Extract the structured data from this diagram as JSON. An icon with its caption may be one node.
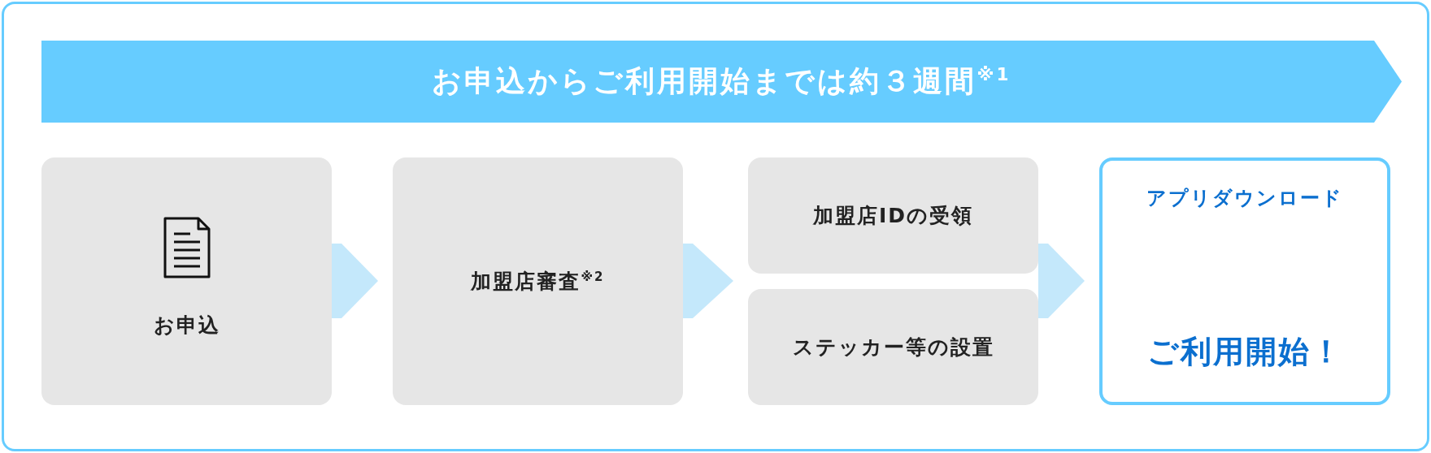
{
  "diagram": {
    "nodes": [
      {
        "text": [
          "お申込からご利用開始までは約３週間$^{※1}$"
        ]
      },
      {
        "text": [
          "お申込"
        ]
      },
      {
        "text": [
          "加盟店審査$^{※2}$"
        ]
      },
      {
        "text": [
          "加盟店IDの受領"
        ]
      },
      {
        "text": [
          "ステッカー等の設置"
        ]
      },
      {
        "text": [
          "アプリダウンロード",
          "ご利用開始！"
        ]
      }
    ],
    "edges": [
      {
        "from": 1,
        "to": 2,
        "arrow": "to"
      },
      {
        "from": 2,
        "to": 3,
        "arrow": "to"
      },
      {
        "from": 2,
        "to": 4,
        "arrow": "to"
      },
      {
        "from": 3,
        "to": 5,
        "arrow": "to"
      },
      {
        "from": 4,
        "to": 5,
        "arrow": "to"
      }
    ]
  }
}
